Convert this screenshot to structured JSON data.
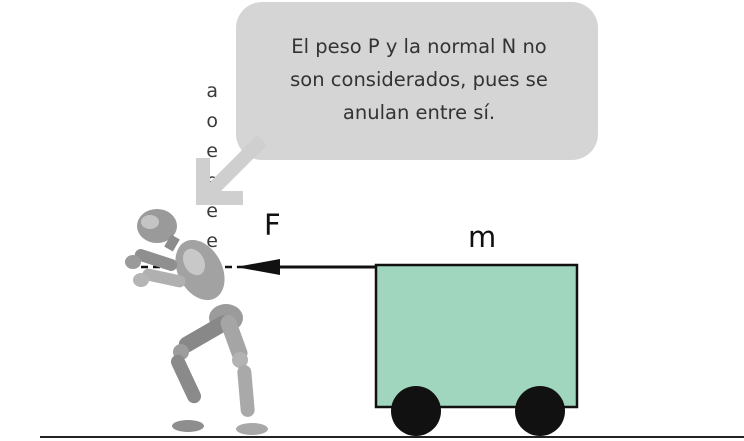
{
  "bubble": {
    "lines": [
      "El peso P y la normal N no",
      "son considerados, pues se",
      "anulan entre sí."
    ]
  },
  "labels": {
    "force": "F",
    "mass": "m"
  },
  "cut_off_text": [
    "a",
    "o",
    "e",
    "e",
    "e",
    "e"
  ],
  "colors": {
    "bubble_fill": "#d5d5d5",
    "cart_fill": "#a0d6bd",
    "wheel": "#111111",
    "pointer_arrow": "#cfcfcf",
    "figure": "#9a9a9a"
  }
}
